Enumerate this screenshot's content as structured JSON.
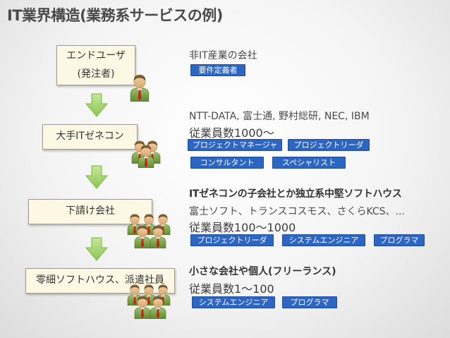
{
  "title": "IT業界構造(業務系サービスの例)",
  "boxes": {
    "end_user": {
      "line1": "エンドユーザ",
      "line2": "(発注者)"
    },
    "prime": {
      "label": "大手ITゼネコン"
    },
    "sub": {
      "label": "下請け会社"
    },
    "small": {
      "label": "零細ソフトハウス、派遣社員"
    }
  },
  "sections": {
    "end_user": {
      "heading": "非IT産業の会社",
      "tags": [
        "要件定義者"
      ]
    },
    "prime": {
      "companies": "NTT-DATA, 富士通, 野村総研, NEC, IBM",
      "count": "従業員数1000〜",
      "tags": [
        "プロジェクトマネージャ",
        "プロジェクトリーダ",
        "コンサルタント",
        "スペシャリスト"
      ]
    },
    "sub": {
      "heading": "ITゼネコンの子会社とか独立系中堅ソフトハウス",
      "companies": "富士ソフト、トランスコスモス、さくらKCS、...",
      "count": "従業員数100〜1000",
      "tags": [
        "プロジェクトリーダ",
        "システムエンジニア",
        "プログラマ"
      ]
    },
    "small": {
      "heading": "小さな会社や個人(フリーランス)",
      "count": "従業員数1〜100",
      "tags": [
        "システムエンジニア",
        "プログラマ"
      ]
    }
  },
  "colors": {
    "box_fill": "#fdf8e4",
    "tag_fill": "#2d66c2",
    "arrow_fill": "#a6d86a",
    "tie_red": "#cc1e1e"
  },
  "icons": [
    "person-icon",
    "group-icon",
    "down-arrow-icon"
  ]
}
